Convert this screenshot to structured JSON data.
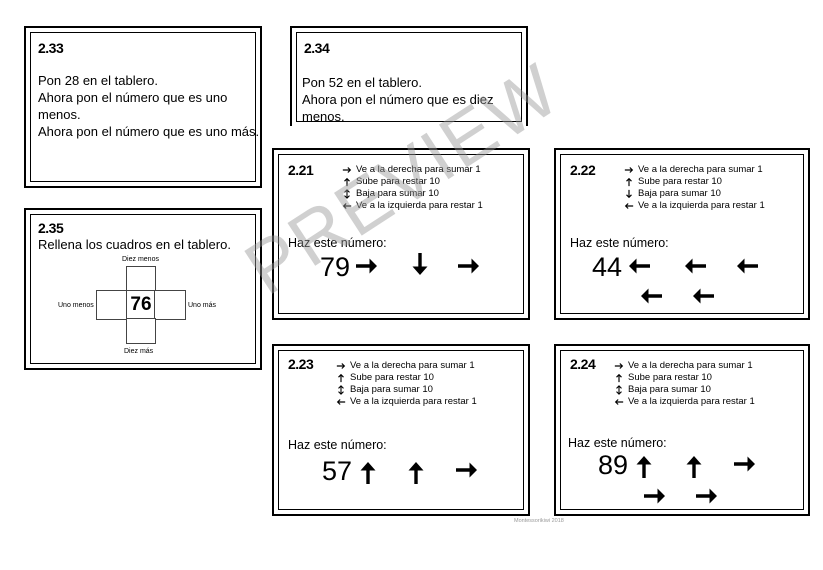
{
  "cards": {
    "c233": {
      "number": "2.33",
      "lines": [
        "Pon 28 en el tablero.",
        "Ahora pon el número que es uno",
        "menos.",
        "Ahora pon el número que es uno más."
      ]
    },
    "c234": {
      "number": "2.34",
      "lines": [
        "Pon 52 en el tablero.",
        "Ahora pon el número que es diez",
        "menos."
      ]
    },
    "c235": {
      "number": "2.35",
      "instruction": "Rellena los cuadros en el tablero.",
      "center_value": "76",
      "top_label": "Diez menos",
      "left_label": "Uno menos",
      "right_label": "Uno más",
      "bottom_label": "Diez más"
    },
    "c221": {
      "number": "2.21",
      "target": "79"
    },
    "c222": {
      "number": "2.22",
      "target": "44"
    },
    "c223": {
      "number": "2.23",
      "target": "57"
    },
    "c224": {
      "number": "2.24",
      "target": "89"
    }
  },
  "legend": {
    "right": "Ve a la derecha para sumar 1",
    "up": "Sube para restar 10",
    "down": "Baja para sumar 10",
    "left": "Ve a la izquierda para restar 1"
  },
  "haz_label": "Haz este número:",
  "watermark": "PREVIEW",
  "footer": "Montessorikiwi 2018"
}
